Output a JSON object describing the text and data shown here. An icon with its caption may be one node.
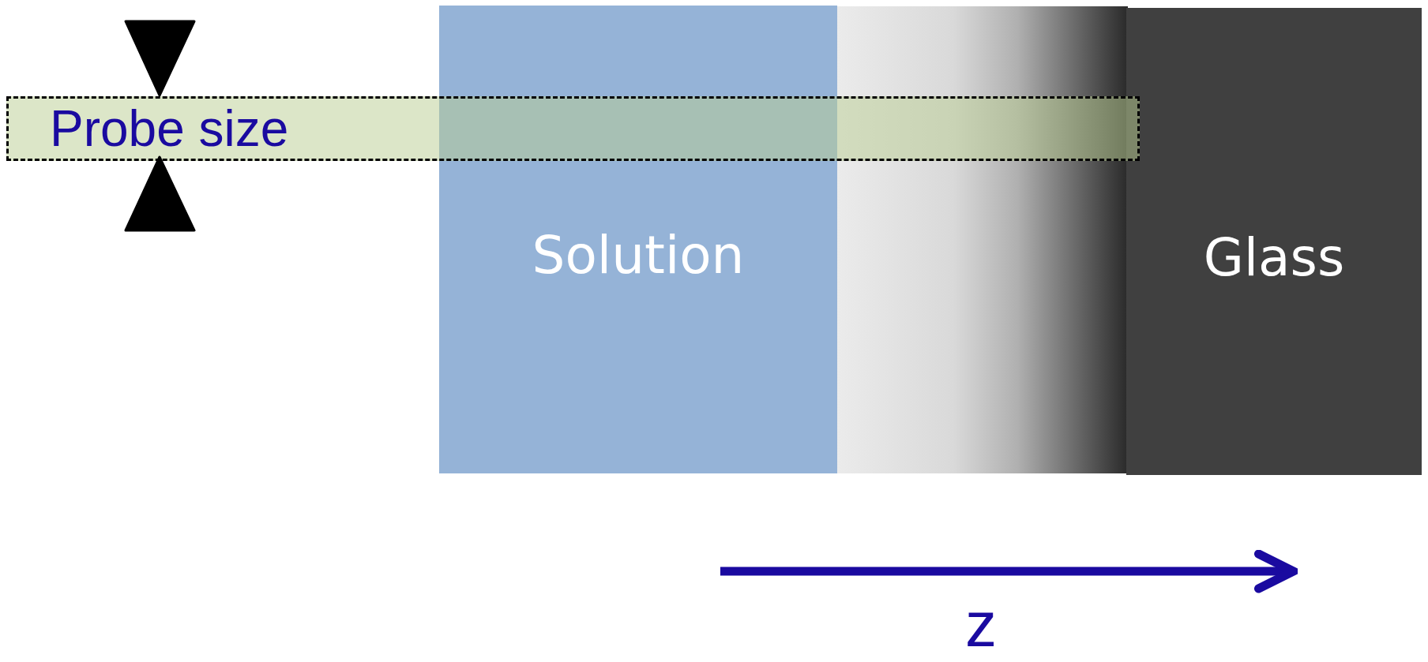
{
  "diagram": {
    "nodes": [
      {
        "text": [
          "Solution"
        ]
      },
      {
        "text": [],
        "shape": "box"
      },
      {
        "text": [
          "Glass"
        ]
      },
      {
        "text": [
          "Probe size"
        ]
      }
    ],
    "labels": [
      "z"
    ]
  }
}
